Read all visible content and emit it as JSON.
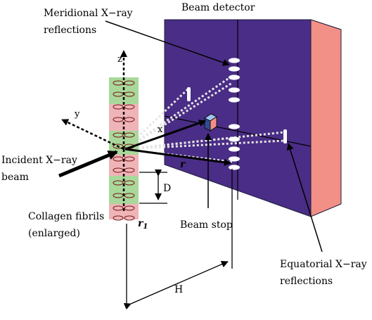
{
  "labels": {
    "meridional_line1": "Meridional X−ray",
    "meridional_line2": "reflections",
    "beam_detector": "Beam detector",
    "incident_line1": "Incident X−ray",
    "incident_line2": "beam",
    "collagen_line1": "Collagen fibrils",
    "collagen_line2": "(enlarged)",
    "beam_stop": "Beam stop",
    "equatorial_line1": "Equatorial X−ray",
    "equatorial_line2": "reflections",
    "axis_z": "z",
    "axis_y": "y",
    "axis_x": "x",
    "vec_r": "r",
    "vec_r1": "r",
    "vec_r1_sub": "1",
    "dim_D": "D",
    "dim_H": "H"
  },
  "colors": {
    "detector_front": "#4a2d86",
    "detector_top": "#78b0e6",
    "detector_side": "#f28f86",
    "fibril_green": "#a9d89a",
    "fibril_pink": "#efb4b8",
    "spot": "#ffffff"
  },
  "icons": {
    "beam_stop": "cube-icon"
  }
}
